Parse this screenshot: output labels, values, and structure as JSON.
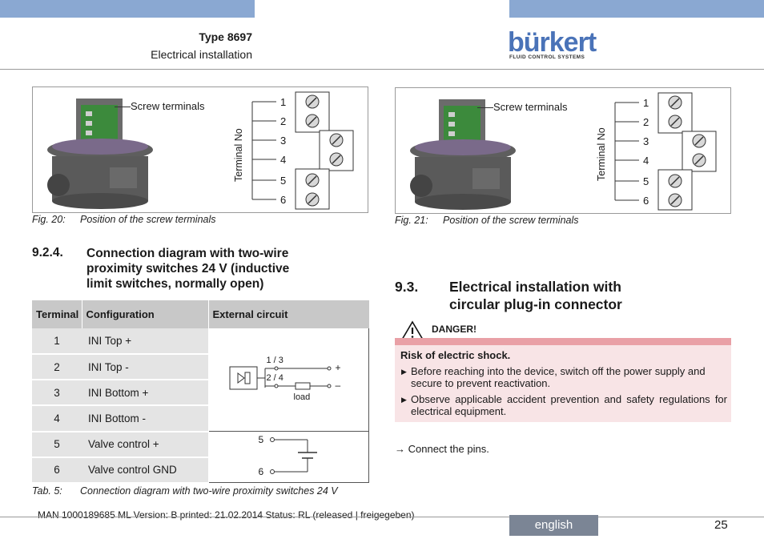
{
  "header": {
    "type": "Type 8697",
    "subtitle": "Electrical installation",
    "logo_word": "bürkert",
    "logo_tagline": "FLUID CONTROL SYSTEMS"
  },
  "figure20": {
    "callout": "Screw terminals",
    "terminal_label": "Terminal No",
    "numbers": [
      "1",
      "2",
      "3",
      "4",
      "5",
      "6"
    ],
    "caption_label": "Fig. 20:",
    "caption_text": "Position of the screw terminals"
  },
  "figure21": {
    "callout": "Screw terminals",
    "terminal_label": "Terminal No",
    "numbers": [
      "1",
      "2",
      "3",
      "4",
      "5",
      "6"
    ],
    "caption_label": "Fig. 21:",
    "caption_text": "Position of the screw terminals"
  },
  "section924": {
    "number": "9.2.4.",
    "title_line1": "Connection diagram with two-wire",
    "title_line2": "proximity switches 24 V (inductive",
    "title_line3": "limit switches, normally open)"
  },
  "table": {
    "headers": [
      "Terminal",
      "Configuration",
      "External circuit"
    ],
    "rows": [
      {
        "terminal": "1",
        "config": "INI Top +"
      },
      {
        "terminal": "2",
        "config": "INI Top -"
      },
      {
        "terminal": "3",
        "config": "INI Bottom +"
      },
      {
        "terminal": "4",
        "config": "INI Bottom -"
      },
      {
        "terminal": "5",
        "config": "Valve control +"
      },
      {
        "terminal": "6",
        "config": "Valve control GND"
      }
    ],
    "circuit1": {
      "terminals_a": "1 / 3",
      "terminals_b": "2 / 4",
      "plus": "+",
      "minus": "–",
      "load": "load"
    },
    "circuit2": {
      "t5": "5",
      "t6": "6"
    },
    "caption_label": "Tab. 5:",
    "caption_text": "Connection diagram with two-wire proximity switches 24 V"
  },
  "section93": {
    "number": "9.3.",
    "title_line1": "Electrical installation with",
    "title_line2": "circular plug-in connector"
  },
  "danger": {
    "label": "DANGER!",
    "heading": "Risk of electric shock.",
    "bullet1": "Before reaching into the device, switch off the power supply and secure to prevent reactivation.",
    "bullet2": "Observe applicable accident prevention and safety regulations for electrical equipment."
  },
  "instruction": {
    "arrow": "→",
    "text": "Connect the pins."
  },
  "footer": {
    "meta": "MAN  1000189685  ML  Version: B  printed: 21.02.2014 Status: RL (released | freigegeben)",
    "language": "english",
    "page": "25"
  },
  "colors": {
    "bar_blue": "#8aa8d2",
    "logo_blue": "#4a73b8",
    "danger_pink": "#e9a0a6",
    "danger_bg": "#f8e4e6",
    "lang_box": "#7b8595"
  }
}
